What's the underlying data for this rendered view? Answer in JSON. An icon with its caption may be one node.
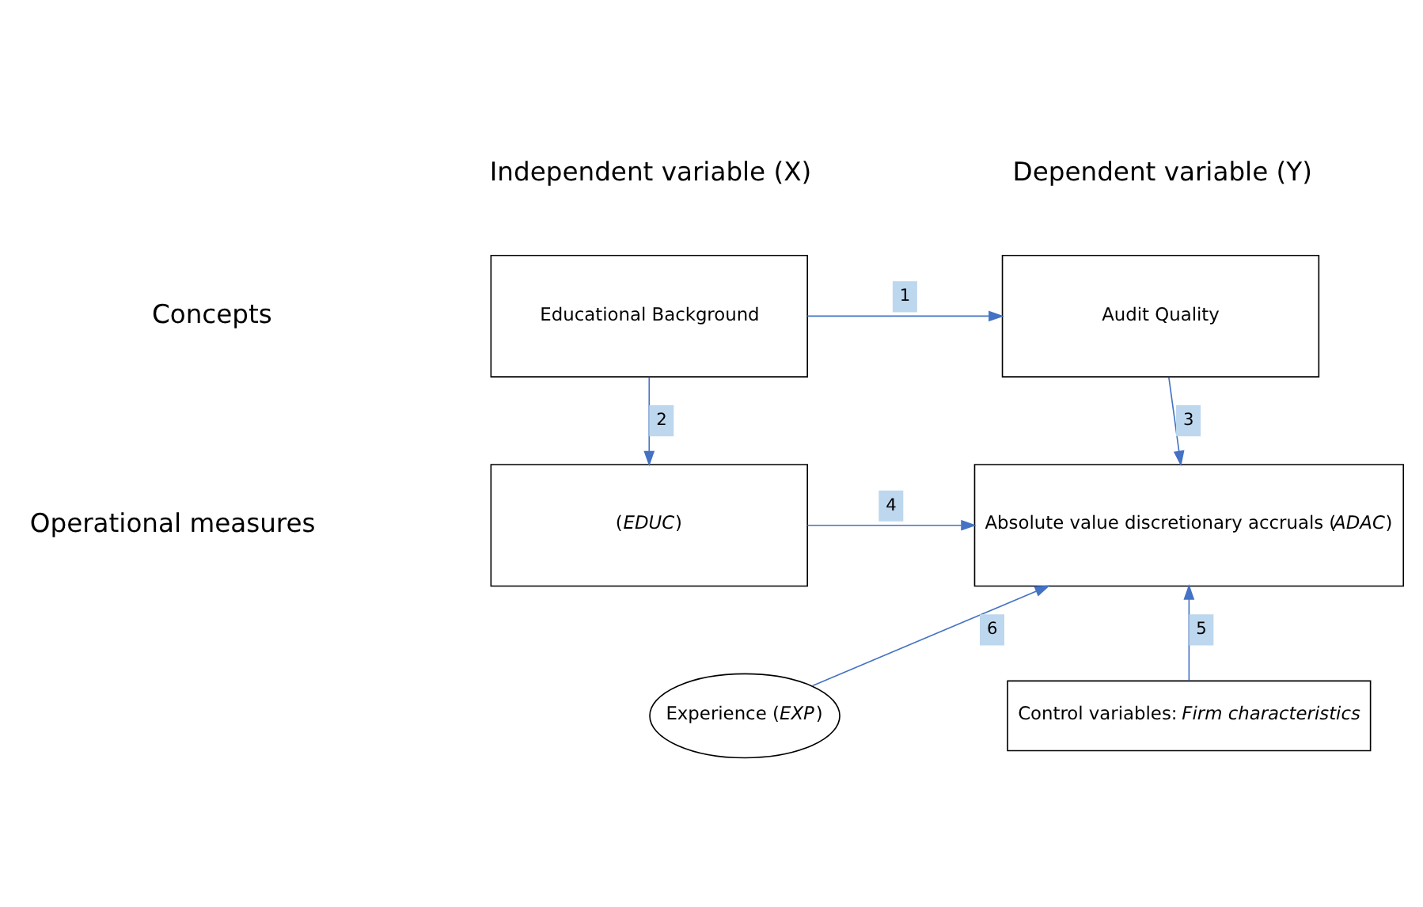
{
  "diagram": {
    "nodes": [
      {
        "text": [
          "Educational Background"
        ]
      },
      {
        "text": [
          "Audit Quality"
        ]
      },
      {
        "text": [
          "(*EDUC*)"
        ]
      },
      {
        "text": [
          "Absolute value discretionary accruals (*ADAC*)"
        ]
      },
      {
        "text": [
          "Experience (*EXP*)"
        ]
      },
      {
        "text": [
          "Control variables: *Firm characteristics*"
        ]
      }
    ],
    "edges": [
      {
        "from": 0,
        "to": 1,
        "arrow": "to",
        "label": "1"
      },
      {
        "from": 0,
        "to": 2,
        "arrow": "to",
        "label": "2"
      },
      {
        "from": 1,
        "to": 3,
        "arrow": "to",
        "label": "3"
      },
      {
        "from": 2,
        "to": 3,
        "arrow": "to",
        "label": "4"
      },
      {
        "from": 5,
        "to": 3,
        "arrow": "to",
        "label": "5"
      },
      {
        "from": 4,
        "to": 3,
        "arrow": "to",
        "label": "6"
      }
    ],
    "labels": [
      "Independent variable (X)",
      "Dependent variable (Y)",
      "Concepts",
      "Operational measures"
    ]
  }
}
